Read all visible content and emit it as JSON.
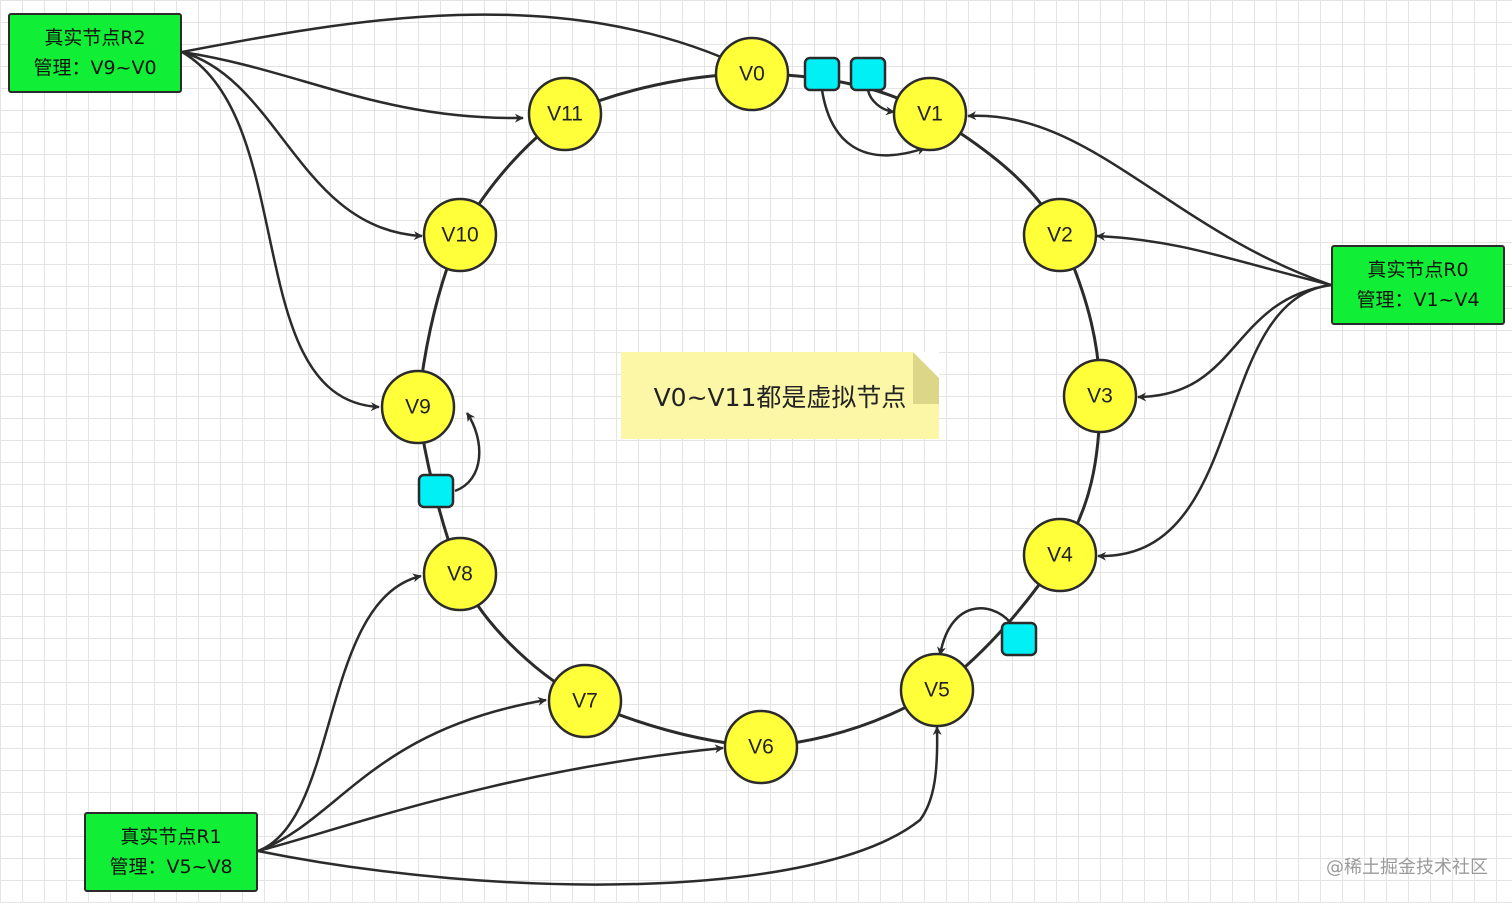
{
  "real_nodes": [
    {
      "id": "R2",
      "title": "真实节点R2",
      "range": "管理：V9~V0"
    },
    {
      "id": "R0",
      "title": "真实节点R0",
      "range": "管理：V1~V4"
    },
    {
      "id": "R1",
      "title": "真实节点R1",
      "range": "管理：V5~V8"
    }
  ],
  "virtual_nodes": [
    "V0",
    "V1",
    "V2",
    "V3",
    "V4",
    "V5",
    "V6",
    "V7",
    "V8",
    "V9",
    "V10",
    "V11"
  ],
  "note": "V0~V11都是虚拟节点",
  "watermark": "@稀土掘金技术社区",
  "colors": {
    "virtual_node": "#ffff3a",
    "real_node": "#10ef35",
    "key_box": "#00f0f6",
    "note": "#fbf7a6",
    "stroke": "#2b2b2b"
  }
}
